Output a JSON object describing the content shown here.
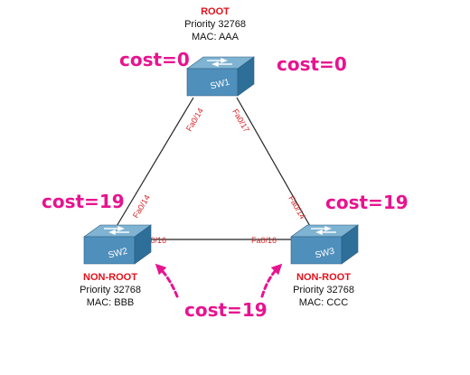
{
  "colors": {
    "cost": "#e8138f",
    "role": "#e5101b",
    "port_label": "#d4282a",
    "switch_top": "#7fb3d2",
    "switch_side": "#2e6f99",
    "switch_front": "#4f8fbc",
    "link": "#222222"
  },
  "switches": {
    "sw1": {
      "name": "SW1",
      "role": "ROOT",
      "priority": "Priority 32768",
      "mac": "MAC: AAA",
      "cost_left": "cost=0",
      "cost_right": "cost=0"
    },
    "sw2": {
      "name": "SW2",
      "role": "NON-ROOT",
      "priority": "Priority 32768",
      "mac": "MAC: BBB",
      "cost": "cost=19"
    },
    "sw3": {
      "name": "SW3",
      "role": "NON-ROOT",
      "priority": "Priority 32768",
      "mac": "MAC: CCC",
      "cost": "cost=19"
    }
  },
  "links": {
    "sw1_sw2": {
      "port_a": "Fa0/14",
      "port_b": "Fa0/14"
    },
    "sw1_sw3": {
      "port_a": "Fa0/17",
      "port_b": "Fa0/14"
    },
    "sw2_sw3": {
      "port_a": "Fa0/16",
      "port_b": "Fa0/16"
    }
  },
  "bottom_cost": "cost=19",
  "icons": [
    "switch-icon",
    "curved-arrow-icon"
  ]
}
